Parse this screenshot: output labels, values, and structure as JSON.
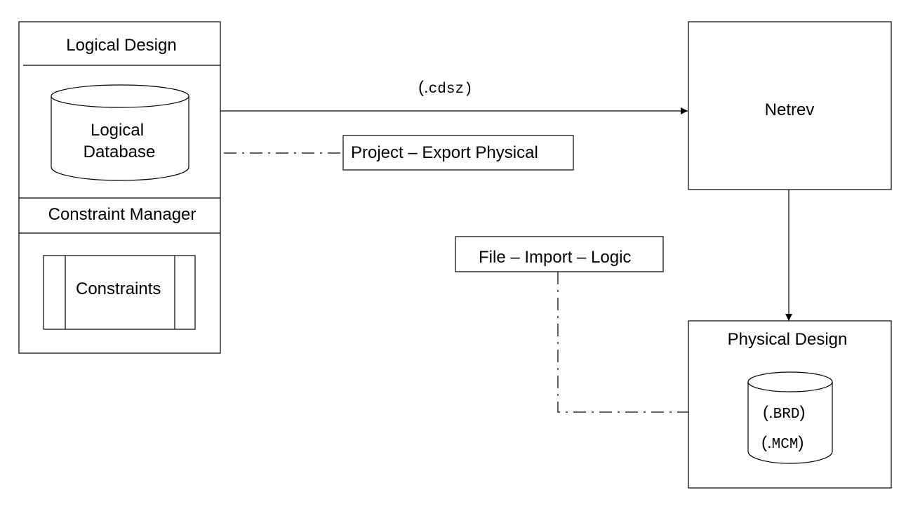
{
  "logical_design": {
    "title": "Logical Design",
    "database_line1": "Logical",
    "database_line2": "Database",
    "constraint_manager": "Constraint Manager",
    "constraints": "Constraints"
  },
  "netrev": {
    "title": "Netrev"
  },
  "cdsz_label": {
    "open": "(.",
    "ext": "cdsz",
    "close": ")"
  },
  "export_command": "Project – Export Physical",
  "import_command": "File – Import – Logic",
  "physical_design": {
    "title": "Physical Design",
    "brd": {
      "open": "(.",
      "ext": "BRD",
      "close": ")"
    },
    "mcm": {
      "open": "(.",
      "ext": "MCM",
      "close": ")"
    }
  },
  "colors": {
    "stroke": "#000000",
    "background": "#ffffff"
  }
}
